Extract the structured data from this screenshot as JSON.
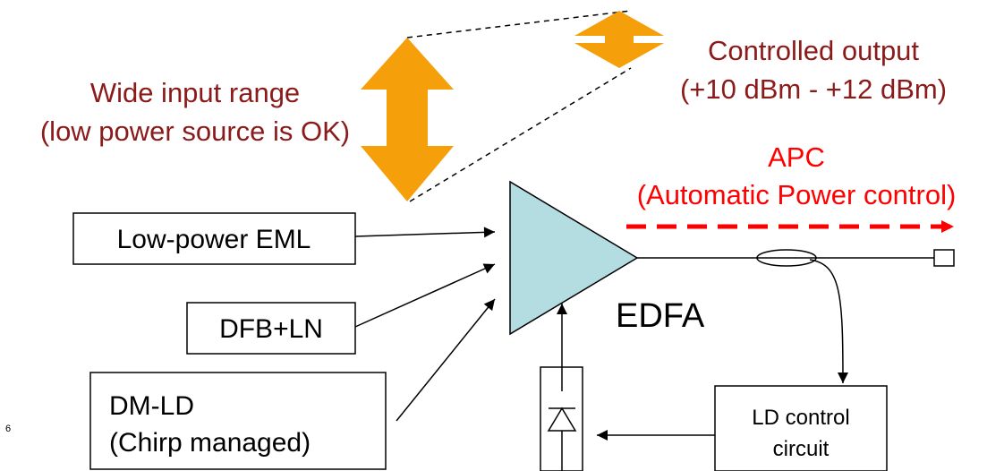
{
  "annotations": {
    "input_range_line1": "Wide input range",
    "input_range_line2": "(low power source is OK)",
    "output_line1": "Controlled output",
    "output_line2": "(+10 dBm - +12 dBm)",
    "apc_line1": "APC",
    "apc_line2": "(Automatic Power control)"
  },
  "sources": {
    "eml": "Low-power EML",
    "dfb": "DFB+LN",
    "dmld_line1": "DM-LD",
    "dmld_line2": "(Chirp managed)"
  },
  "amplifier_label": "EDFA",
  "control": {
    "line1": "LD control",
    "line2": "circuit"
  },
  "page_number": "6",
  "colors": {
    "annotation_text": "#8b1a1a",
    "apc": "#ff0000",
    "range_arrow": "#f5a00a",
    "amplifier_fill": "#b3dde0",
    "line": "#000000"
  }
}
